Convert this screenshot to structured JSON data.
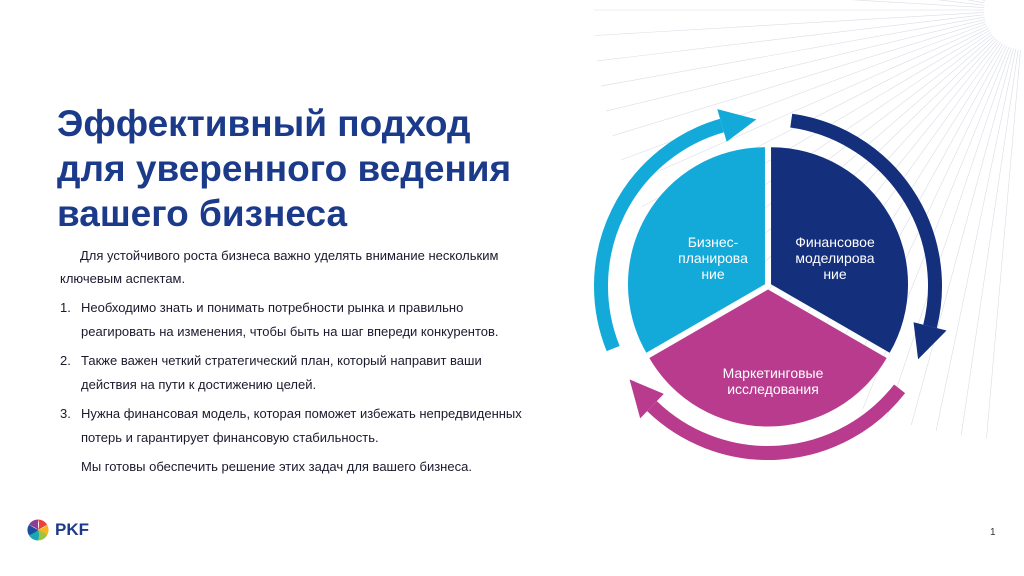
{
  "slide": {
    "title_lines": [
      "Эффективный подход",
      "для уверенного ведения",
      "вашего бизнеса"
    ],
    "intro": "Для устойчивого роста бизнеса важно уделять внимание нескольким ключевым аспектам.",
    "list": [
      {
        "num": "1.",
        "text": "Необходимо знать и понимать потребности рынка и правильно реагировать на изменения, чтобы быть на шаг впереди конкурентов."
      },
      {
        "num": "2.",
        "text": "Также важен четкий стратегический план, который направит ваши действия на пути к достижению целей."
      },
      {
        "num": "3.",
        "text": "Нужна финансовая модель, которая поможет избежать непредвиденных потерь и гарантирует финансовую стабильность."
      }
    ],
    "closing": "Мы готовы обеспечить решение этих задач для вашего бизнеса.",
    "page_number": "1"
  },
  "cycle": {
    "segments": [
      {
        "lines": [
          "Бизнес-",
          "планирова",
          "ние"
        ],
        "color": "#13a9d9"
      },
      {
        "lines": [
          "Финансовое",
          "моделирова",
          "ние"
        ],
        "color": "#142f7c"
      },
      {
        "lines": [
          "Маркетинговые",
          "исследования"
        ],
        "color": "#b83b8e"
      }
    ],
    "arrow_colors": [
      "#13a9d9",
      "#142f7c",
      "#b83b8e"
    ]
  },
  "logo": {
    "text": "PKF",
    "icon": "pkf-color-wheel-icon",
    "petal_colors": [
      "#e8413c",
      "#f6b51e",
      "#9bc440",
      "#19a7b7",
      "#1d4c9c",
      "#8d3d96"
    ]
  }
}
